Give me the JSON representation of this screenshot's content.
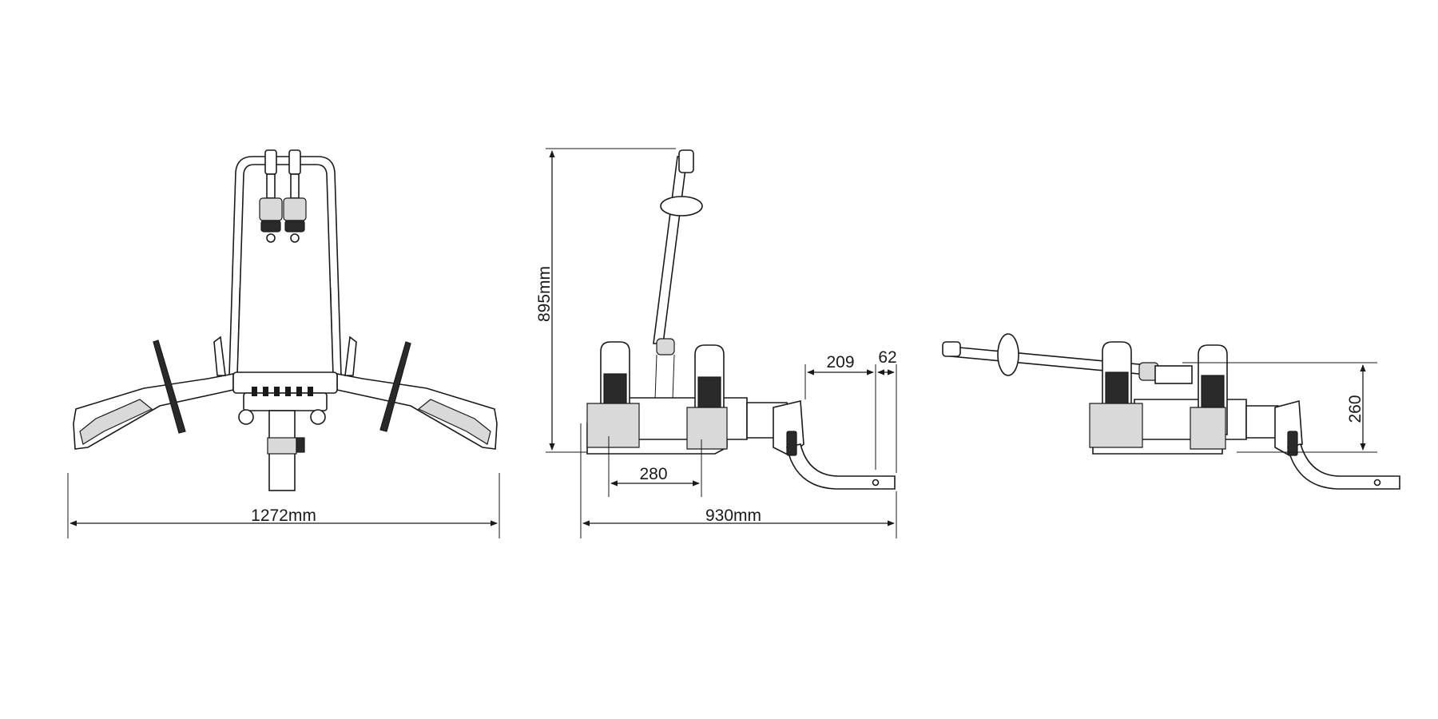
{
  "dimensions": {
    "width_total": "1272mm",
    "height_total": "895mm",
    "length_total": "930mm",
    "wheel_spacing": "280",
    "hitch_offset": "209",
    "hitch_pin": "62",
    "tilt_height": "260"
  },
  "colors": {
    "line": "#1a1a1a",
    "fill_dark": "#2a2a2a",
    "fill_light": "#d9d9d9",
    "background": "#ffffff"
  }
}
